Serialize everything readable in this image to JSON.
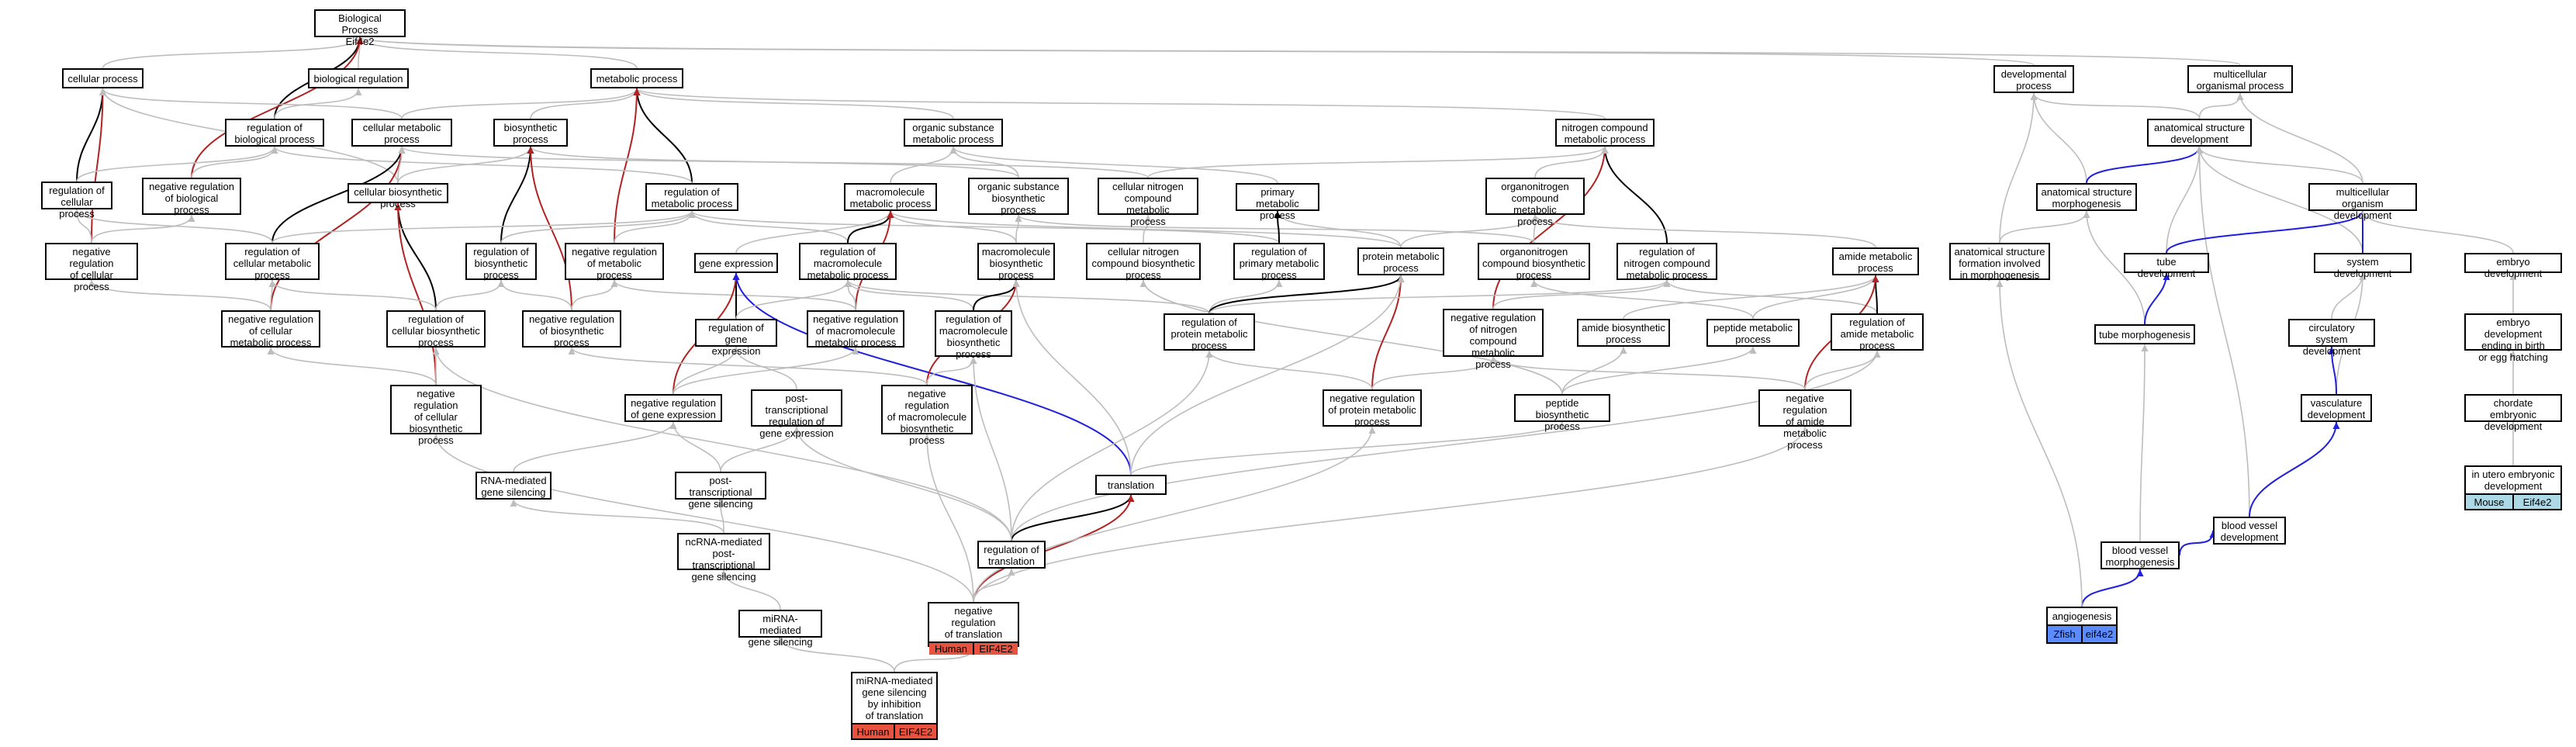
{
  "colors": {
    "grey": "#bdbdbd",
    "black": "#000000",
    "red": "#b22222",
    "blue": "#1f1fe0",
    "human": "#e8533f",
    "zfish": "#5b8cff",
    "mouse": "#add8e6"
  },
  "nodes": [
    {
      "id": "bp",
      "label": "Biological Process\nEif4e2"
    },
    {
      "id": "cp",
      "label": "cellular process"
    },
    {
      "id": "breg",
      "label": "biological regulation"
    },
    {
      "id": "mp",
      "label": "metabolic process"
    },
    {
      "id": "dev",
      "label": "developmental\nprocess"
    },
    {
      "id": "mop",
      "label": "multicellular\norganismal process"
    },
    {
      "id": "rbp",
      "label": "regulation of\nbiological process"
    },
    {
      "id": "cmp",
      "label": "cellular metabolic\nprocess"
    },
    {
      "id": "bsp",
      "label": "biosynthetic\nprocess"
    },
    {
      "id": "osmp",
      "label": "organic substance\nmetabolic process"
    },
    {
      "id": "ncmp",
      "label": "nitrogen compound\nmetabolic process"
    },
    {
      "id": "asd",
      "label": "anatomical structure\ndevelopment"
    },
    {
      "id": "rcp",
      "label": "regulation of\ncellular process"
    },
    {
      "id": "nrbp",
      "label": "negative regulation\nof biological\nprocess"
    },
    {
      "id": "cbsp",
      "label": "cellular biosynthetic\nprocess"
    },
    {
      "id": "rmp",
      "label": "regulation of\nmetabolic process"
    },
    {
      "id": "mmp",
      "label": "macromolecule\nmetabolic process"
    },
    {
      "id": "osbp",
      "label": "organic substance\nbiosynthetic\nprocess"
    },
    {
      "id": "cncmp",
      "label": "cellular nitrogen\ncompound metabolic\nprocess"
    },
    {
      "id": "pmp",
      "label": "primary metabolic\nprocess"
    },
    {
      "id": "oncmp",
      "label": "organonitrogen\ncompound metabolic\nprocess"
    },
    {
      "id": "asm",
      "label": "anatomical structure\nmorphogenesis"
    },
    {
      "id": "mod",
      "label": "multicellular\norganism development"
    },
    {
      "id": "nrcp",
      "label": "negative regulation\nof cellular\nprocess"
    },
    {
      "id": "rcmp",
      "label": "regulation of\ncellular metabolic\nprocess"
    },
    {
      "id": "rbsp",
      "label": "regulation of\nbiosynthetic\nprocess"
    },
    {
      "id": "nrmp",
      "label": "negative regulation\nof metabolic\nprocess"
    },
    {
      "id": "ge",
      "label": "gene expression"
    },
    {
      "id": "rmmp",
      "label": "regulation of\nmacromolecule\nmetabolic process"
    },
    {
      "id": "mbsp",
      "label": "macromolecule\nbiosynthetic\nprocess"
    },
    {
      "id": "cncbp",
      "label": "cellular nitrogen\ncompound biosynthetic\nprocess"
    },
    {
      "id": "rpmp",
      "label": "regulation of\nprimary metabolic\nprocess"
    },
    {
      "id": "protmp",
      "label": "protein metabolic\nprocess"
    },
    {
      "id": "oncbp",
      "label": "organonitrogen\ncompound biosynthetic\nprocess"
    },
    {
      "id": "rncmp",
      "label": "regulation of\nnitrogen compound\nmetabolic process"
    },
    {
      "id": "amp",
      "label": "amide metabolic\nprocess"
    },
    {
      "id": "asfim",
      "label": "anatomical structure\nformation involved\nin morphogenesis"
    },
    {
      "id": "td",
      "label": "tube development"
    },
    {
      "id": "sd",
      "label": "system development"
    },
    {
      "id": "ed",
      "label": "embryo development"
    },
    {
      "id": "nrcmp",
      "label": "negative regulation\nof cellular\nmetabolic process"
    },
    {
      "id": "rcbsp",
      "label": "regulation of\ncellular biosynthetic\nprocess"
    },
    {
      "id": "nrbsp",
      "label": "negative regulation\nof biosynthetic\nprocess"
    },
    {
      "id": "rge",
      "label": "regulation of\ngene expression"
    },
    {
      "id": "nrmmp",
      "label": "negative regulation\nof macromolecule\nmetabolic process"
    },
    {
      "id": "rmbsp",
      "label": "regulation of\nmacromolecule\nbiosynthetic\nprocess"
    },
    {
      "id": "rprotmp",
      "label": "regulation of\nprotein metabolic\nprocess"
    },
    {
      "id": "nrncmp",
      "label": "negative regulation\nof nitrogen\ncompound metabolic\nprocess"
    },
    {
      "id": "abp",
      "label": "amide biosynthetic\nprocess"
    },
    {
      "id": "pepmp",
      "label": "peptide metabolic\nprocess"
    },
    {
      "id": "ramp",
      "label": "regulation of\namide metabolic\nprocess"
    },
    {
      "id": "tm",
      "label": "tube morphogenesis"
    },
    {
      "id": "csd",
      "label": "circulatory\nsystem development"
    },
    {
      "id": "edeb",
      "label": "embryo development\nending in birth\nor egg hatching"
    },
    {
      "id": "nrcbsp",
      "label": "negative regulation\nof cellular\nbiosynthetic\nprocess"
    },
    {
      "id": "nrge",
      "label": "negative regulation\nof gene expression"
    },
    {
      "id": "ptrge",
      "label": "post-transcriptional\nregulation of\ngene expression"
    },
    {
      "id": "nrmbsp",
      "label": "negative regulation\nof macromolecule\nbiosynthetic\nprocess"
    },
    {
      "id": "nrprotmp",
      "label": "negative regulation\nof protein metabolic\nprocess"
    },
    {
      "id": "pepbp",
      "label": "peptide biosynthetic\nprocess"
    },
    {
      "id": "nramp",
      "label": "negative regulation\nof amide metabolic\nprocess"
    },
    {
      "id": "vd",
      "label": "vasculature\ndevelopment"
    },
    {
      "id": "ced",
      "label": "chordate embryonic\ndevelopment"
    },
    {
      "id": "rnags",
      "label": "RNA-mediated\ngene silencing"
    },
    {
      "id": "ptgs",
      "label": "post-transcriptional\ngene silencing"
    },
    {
      "id": "tr",
      "label": "translation"
    },
    {
      "id": "bvd",
      "label": "blood vessel\ndevelopment"
    },
    {
      "id": "iued",
      "label": "in utero embryonic\ndevelopment",
      "ann": [
        "Mouse",
        "Eif4e2"
      ],
      "annColor": "mouse"
    },
    {
      "id": "ncrna",
      "label": "ncRNA-mediated\npost-transcriptional\ngene silencing"
    },
    {
      "id": "rtr",
      "label": "regulation of\ntranslation"
    },
    {
      "id": "bvm",
      "label": "blood vessel\nmorphogenesis"
    },
    {
      "id": "mirgs",
      "label": "miRNA-mediated\ngene silencing"
    },
    {
      "id": "nrtr",
      "label": "negative regulation\nof translation",
      "ann": [
        "Human",
        "EIF4E2"
      ],
      "annColor": "human"
    },
    {
      "id": "ang",
      "label": "angiogenesis",
      "ann": [
        "Zfish",
        "eif4e2"
      ],
      "annColor": "zfish"
    },
    {
      "id": "mirinh",
      "label": "miRNA-mediated\ngene silencing\nby inhibition\nof translation",
      "ann": [
        "Human",
        "EIF4E2"
      ],
      "annColor": "human"
    }
  ],
  "edges": [
    [
      "cp",
      "bp",
      "grey"
    ],
    [
      "breg",
      "bp",
      "grey"
    ],
    [
      "mp",
      "bp",
      "grey"
    ],
    [
      "dev",
      "bp",
      "grey"
    ],
    [
      "mop",
      "bp",
      "grey"
    ],
    [
      "rbp",
      "bp",
      "black"
    ],
    [
      "nrbp",
      "bp",
      "red"
    ],
    [
      "rbp",
      "breg",
      "grey"
    ],
    [
      "rcp",
      "cp",
      "black"
    ],
    [
      "nrcp",
      "cp",
      "red"
    ],
    [
      "cmp",
      "cp",
      "grey"
    ],
    [
      "cbsp",
      "cp",
      "grey"
    ],
    [
      "cmp",
      "mp",
      "grey"
    ],
    [
      "bsp",
      "mp",
      "grey"
    ],
    [
      "osmp",
      "mp",
      "grey"
    ],
    [
      "ncmp",
      "mp",
      "grey"
    ],
    [
      "rmp",
      "mp",
      "black"
    ],
    [
      "nrmp",
      "mp",
      "red"
    ],
    [
      "asd",
      "dev",
      "grey"
    ],
    [
      "asm",
      "dev",
      "grey"
    ],
    [
      "asfim",
      "dev",
      "grey"
    ],
    [
      "asd",
      "mop",
      "grey"
    ],
    [
      "mod",
      "mop",
      "grey"
    ],
    [
      "rcp",
      "rbp",
      "grey"
    ],
    [
      "rmp",
      "rbp",
      "grey"
    ],
    [
      "nrbp",
      "rbp",
      "grey"
    ],
    [
      "nrcp",
      "rcp",
      "grey"
    ],
    [
      "nrcp",
      "nrbp",
      "grey"
    ],
    [
      "rcmp",
      "cmp",
      "black"
    ],
    [
      "nrcmp",
      "cmp",
      "red"
    ],
    [
      "cbsp",
      "cmp",
      "grey"
    ],
    [
      "cncmp",
      "cmp",
      "grey"
    ],
    [
      "cbsp",
      "bsp",
      "grey"
    ],
    [
      "osbp",
      "bsp",
      "grey"
    ],
    [
      "rbsp",
      "bsp",
      "black"
    ],
    [
      "nrbsp",
      "bsp",
      "red"
    ],
    [
      "mmp",
      "osmp",
      "grey"
    ],
    [
      "osbp",
      "osmp",
      "grey"
    ],
    [
      "pmp",
      "osmp",
      "grey"
    ],
    [
      "rncmp",
      "ncmp",
      "black"
    ],
    [
      "nrncmp",
      "ncmp",
      "red"
    ],
    [
      "cncmp",
      "ncmp",
      "grey"
    ],
    [
      "oncmp",
      "ncmp",
      "grey"
    ],
    [
      "asm",
      "asd",
      "blue"
    ],
    [
      "mod",
      "asd",
      "grey"
    ],
    [
      "td",
      "asd",
      "grey"
    ],
    [
      "sd",
      "asd",
      "grey"
    ],
    [
      "bvd",
      "asd",
      "grey"
    ],
    [
      "rcbsp",
      "cbsp",
      "black"
    ],
    [
      "nrcbsp",
      "cbsp",
      "red"
    ],
    [
      "rcmp",
      "rcp",
      "grey"
    ],
    [
      "rcmp",
      "rmp",
      "grey"
    ],
    [
      "nrmp",
      "rmp",
      "grey"
    ],
    [
      "rmmp",
      "rmp",
      "grey"
    ],
    [
      "rbsp",
      "rmp",
      "grey"
    ],
    [
      "rpmp",
      "rmp",
      "grey"
    ],
    [
      "ge",
      "mmp",
      "grey"
    ],
    [
      "mbsp",
      "mmp",
      "grey"
    ],
    [
      "protmp",
      "mmp",
      "grey"
    ],
    [
      "rmmp",
      "mmp",
      "black"
    ],
    [
      "nrmmp",
      "mmp",
      "red"
    ],
    [
      "mbsp",
      "osbp",
      "grey"
    ],
    [
      "oncbp",
      "osbp",
      "grey"
    ],
    [
      "cncbp",
      "cncmp",
      "grey"
    ],
    [
      "protmp",
      "pmp",
      "grey"
    ],
    [
      "rpmp",
      "pmp",
      "black"
    ],
    [
      "amp",
      "oncmp",
      "grey"
    ],
    [
      "protmp",
      "oncmp",
      "grey"
    ],
    [
      "oncbp",
      "oncmp",
      "grey"
    ],
    [
      "asfim",
      "asm",
      "grey"
    ],
    [
      "tm",
      "asm",
      "grey"
    ],
    [
      "td",
      "mod",
      "blue"
    ],
    [
      "sd",
      "mod",
      "blue"
    ],
    [
      "ed",
      "mod",
      "grey"
    ],
    [
      "nrcmp",
      "nrcp",
      "grey"
    ],
    [
      "nrcmp",
      "rcmp",
      "grey"
    ],
    [
      "rcbsp",
      "rcmp",
      "grey"
    ],
    [
      "nrbsp",
      "rbsp",
      "grey"
    ],
    [
      "rcbsp",
      "rbsp",
      "grey"
    ],
    [
      "nrbsp",
      "nrmp",
      "grey"
    ],
    [
      "nrmmp",
      "nrmp",
      "grey"
    ],
    [
      "rge",
      "ge",
      "black"
    ],
    [
      "nrge",
      "ge",
      "red"
    ],
    [
      "tr",
      "ge",
      "blue"
    ],
    [
      "rge",
      "rmmp",
      "grey"
    ],
    [
      "nrmmp",
      "rmmp",
      "grey"
    ],
    [
      "rmbsp",
      "rmmp",
      "grey"
    ],
    [
      "rprotmp",
      "rmmp",
      "grey"
    ],
    [
      "rmbsp",
      "mbsp",
      "black"
    ],
    [
      "nrmbsp",
      "mbsp",
      "red"
    ],
    [
      "tr",
      "mbsp",
      "grey"
    ],
    [
      "pepbp",
      "cncbp",
      "grey"
    ],
    [
      "rprotmp",
      "rpmp",
      "grey"
    ],
    [
      "rprotmp",
      "protmp",
      "black"
    ],
    [
      "nrprotmp",
      "protmp",
      "red"
    ],
    [
      "tr",
      "protmp",
      "grey"
    ],
    [
      "pepmp",
      "oncbp",
      "grey"
    ],
    [
      "rprotmp",
      "rncmp",
      "grey"
    ],
    [
      "ramp",
      "rncmp",
      "grey"
    ],
    [
      "nrncmp",
      "rncmp",
      "grey"
    ],
    [
      "pepmp",
      "amp",
      "grey"
    ],
    [
      "abp",
      "amp",
      "grey"
    ],
    [
      "ramp",
      "amp",
      "black"
    ],
    [
      "nramp",
      "amp",
      "red"
    ],
    [
      "tm",
      "td",
      "blue"
    ],
    [
      "csd",
      "sd",
      "grey"
    ],
    [
      "vd",
      "sd",
      "grey"
    ],
    [
      "edeb",
      "ed",
      "grey"
    ],
    [
      "nrcbsp",
      "nrcmp",
      "grey"
    ],
    [
      "nrcbsp",
      "rcbsp",
      "grey"
    ],
    [
      "nrmbsp",
      "nrbsp",
      "grey"
    ],
    [
      "nrge",
      "rge",
      "grey"
    ],
    [
      "ptrge",
      "rge",
      "grey"
    ],
    [
      "nrge",
      "nrmmp",
      "grey"
    ],
    [
      "nrmbsp",
      "rmbsp",
      "grey"
    ],
    [
      "nrprotmp",
      "rprotmp",
      "grey"
    ],
    [
      "nrprotmp",
      "nrncmp",
      "grey"
    ],
    [
      "nramp",
      "nrncmp",
      "grey"
    ],
    [
      "pepbp",
      "abp",
      "grey"
    ],
    [
      "pepbp",
      "pepmp",
      "grey"
    ],
    [
      "nramp",
      "ramp",
      "grey"
    ],
    [
      "bvm",
      "tm",
      "grey"
    ],
    [
      "vd",
      "csd",
      "blue"
    ],
    [
      "ced",
      "edeb",
      "grey"
    ],
    [
      "rnags",
      "nrge",
      "grey"
    ],
    [
      "ptgs",
      "ptrge",
      "grey"
    ],
    [
      "ptgs",
      "nrge",
      "grey"
    ],
    [
      "tr",
      "pepbp",
      "grey"
    ],
    [
      "bvd",
      "vd",
      "blue"
    ],
    [
      "iued",
      "ced",
      "grey"
    ],
    [
      "ncrna",
      "ptgs",
      "grey"
    ],
    [
      "ncrna",
      "rnags",
      "grey"
    ],
    [
      "rtr",
      "ptrge",
      "grey"
    ],
    [
      "rtr",
      "rmbsp",
      "grey"
    ],
    [
      "rtr",
      "rprotmp",
      "grey"
    ],
    [
      "rtr",
      "ramp",
      "grey"
    ],
    [
      "rtr",
      "tr",
      "black"
    ],
    [
      "rtr",
      "rcbsp",
      "grey"
    ],
    [
      "bvm",
      "bvd",
      "blue"
    ],
    [
      "mirgs",
      "ncrna",
      "grey"
    ],
    [
      "nrtr",
      "rtr",
      "grey"
    ],
    [
      "nrtr",
      "tr",
      "red"
    ],
    [
      "nrtr",
      "nrmbsp",
      "grey"
    ],
    [
      "nrtr",
      "nrprotmp",
      "grey"
    ],
    [
      "nrtr",
      "nramp",
      "grey"
    ],
    [
      "nrtr",
      "nrcbsp",
      "grey"
    ],
    [
      "ang",
      "bvm",
      "blue"
    ],
    [
      "ang",
      "asfim",
      "grey"
    ],
    [
      "mirinh",
      "mirgs",
      "grey"
    ],
    [
      "mirinh",
      "nrtr",
      "grey"
    ]
  ]
}
